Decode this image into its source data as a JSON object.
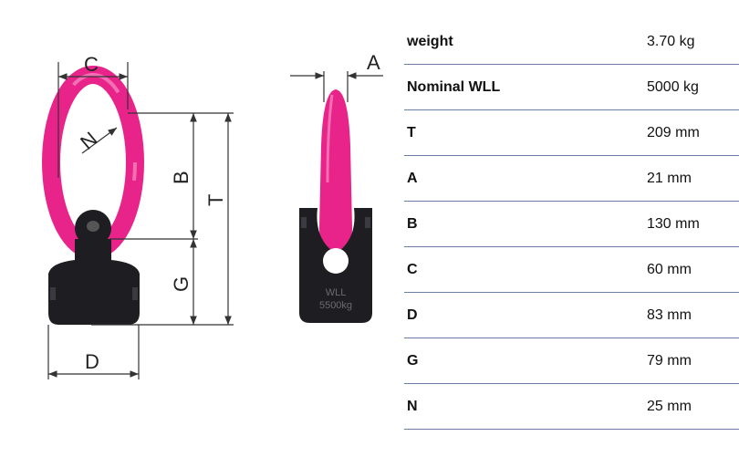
{
  "drawing": {
    "dimension_letters": {
      "C": "C",
      "N": "N",
      "B": "B",
      "T": "T",
      "G": "G",
      "D": "D",
      "A": "A"
    },
    "body_marking_line1": "WLL",
    "body_marking_line2": "5500kg",
    "colors": {
      "ring": "#e8238a",
      "ring_highlight": "#f36fb4",
      "body": "#1e1e22",
      "lines": "#333333"
    }
  },
  "specs": {
    "rows": [
      {
        "label": "weight",
        "value": "3.70 kg"
      },
      {
        "label": "Nominal WLL",
        "value": "5000 kg"
      },
      {
        "label": "T",
        "value": "209 mm"
      },
      {
        "label": "A",
        "value": "21 mm"
      },
      {
        "label": "B",
        "value": "130 mm"
      },
      {
        "label": "C",
        "value": "60 mm"
      },
      {
        "label": "D",
        "value": "83 mm"
      },
      {
        "label": "G",
        "value": "79 mm"
      },
      {
        "label": "N",
        "value": "25 mm"
      }
    ]
  }
}
